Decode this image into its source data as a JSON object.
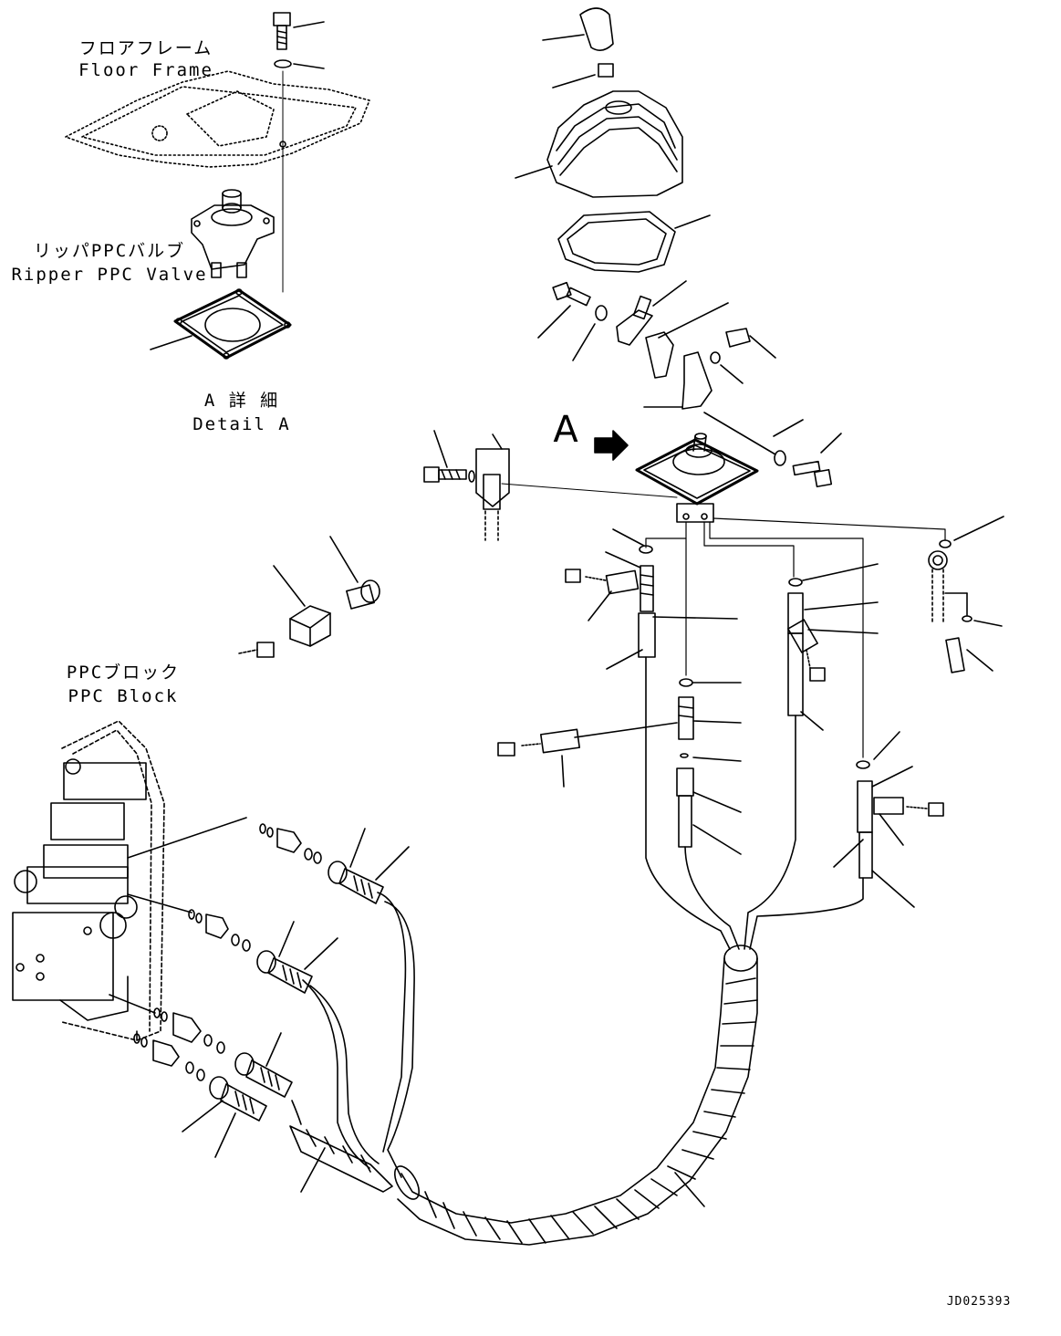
{
  "labels": {
    "floor_frame_jp": "フロアフレーム",
    "floor_frame_en": "Floor Frame",
    "ripper_valve_jp": "リッパPPCバルブ",
    "ripper_valve_en": "Ripper PPC Valve",
    "detail_jp": "A 詳 細",
    "detail_en": "Detail A",
    "ppc_block_jp": "PPCブロック",
    "ppc_block_en": "PPC Block",
    "detail_marker": "A",
    "drawing_code": "JD025393"
  }
}
